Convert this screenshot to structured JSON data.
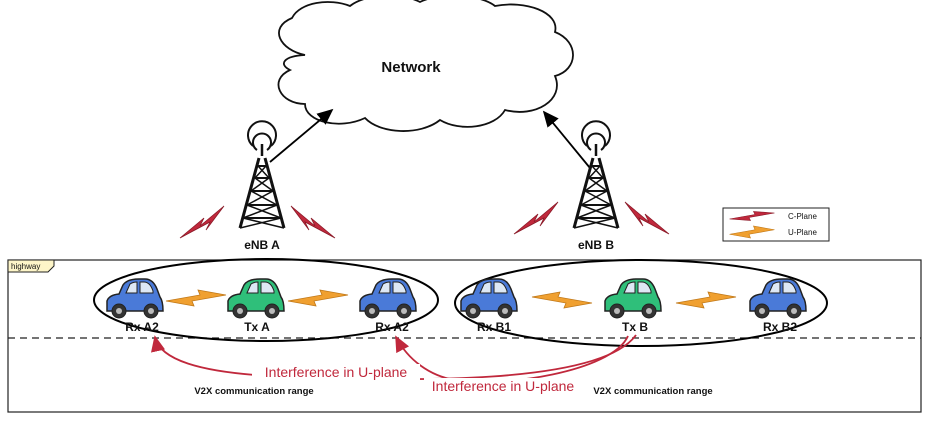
{
  "network": {
    "label": "Network"
  },
  "enb_a": {
    "label": "eNB A"
  },
  "enb_b": {
    "label": "eNB B"
  },
  "legend": {
    "c_plane": "C-Plane",
    "u_plane": "U-Plane"
  },
  "highway": {
    "tag": "highway"
  },
  "cluster_a": {
    "cars": [
      "Rx A2",
      "Tx A",
      "Rx A2"
    ],
    "range_label": "V2X communication range"
  },
  "cluster_b": {
    "cars": [
      "Rx B1",
      "Tx B",
      "Rx B2"
    ],
    "range_label": "V2X communication range"
  },
  "interference": {
    "label_1": "Interference in U-plane",
    "label_2": "Interference in U-plane"
  },
  "colors": {
    "c_plane": "#c0283c",
    "u_plane": "#f0a030",
    "car_blue": "#4a7ad8",
    "car_green": "#2fbf7a",
    "interference": "#c0283c"
  }
}
